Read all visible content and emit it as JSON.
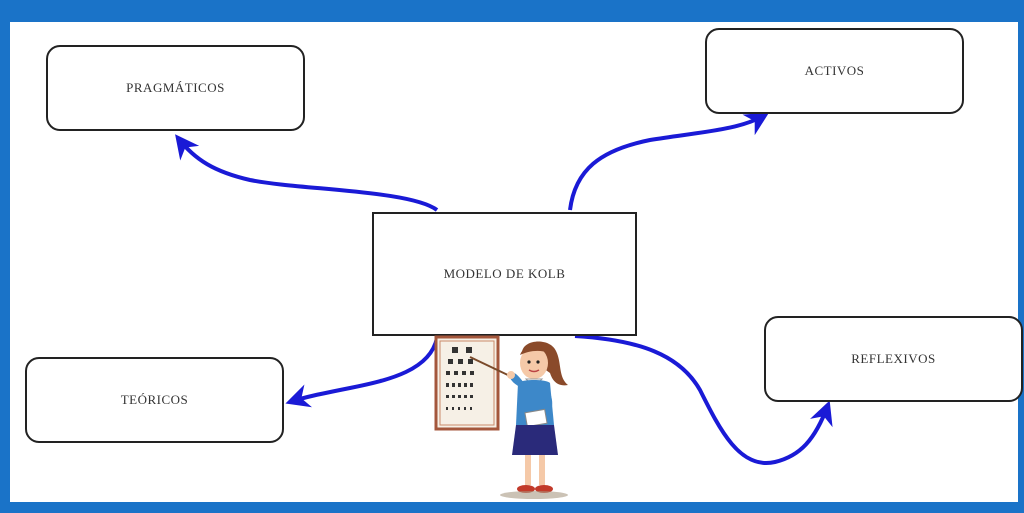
{
  "diagram": {
    "center": {
      "label": "MODELO DE KOLB"
    },
    "nodes": {
      "pragmaticos": "PRAGMÁTICOS",
      "activos": "ACTIVOS",
      "teoricos": "TEÓRICOS",
      "reflexivos": "REFLEXIVOS"
    },
    "colors": {
      "frame": "#1a73c8",
      "arrow": "#1a1ad6",
      "box_border": "#222222"
    },
    "illustration": "teacher-pointing-at-eye-chart"
  }
}
